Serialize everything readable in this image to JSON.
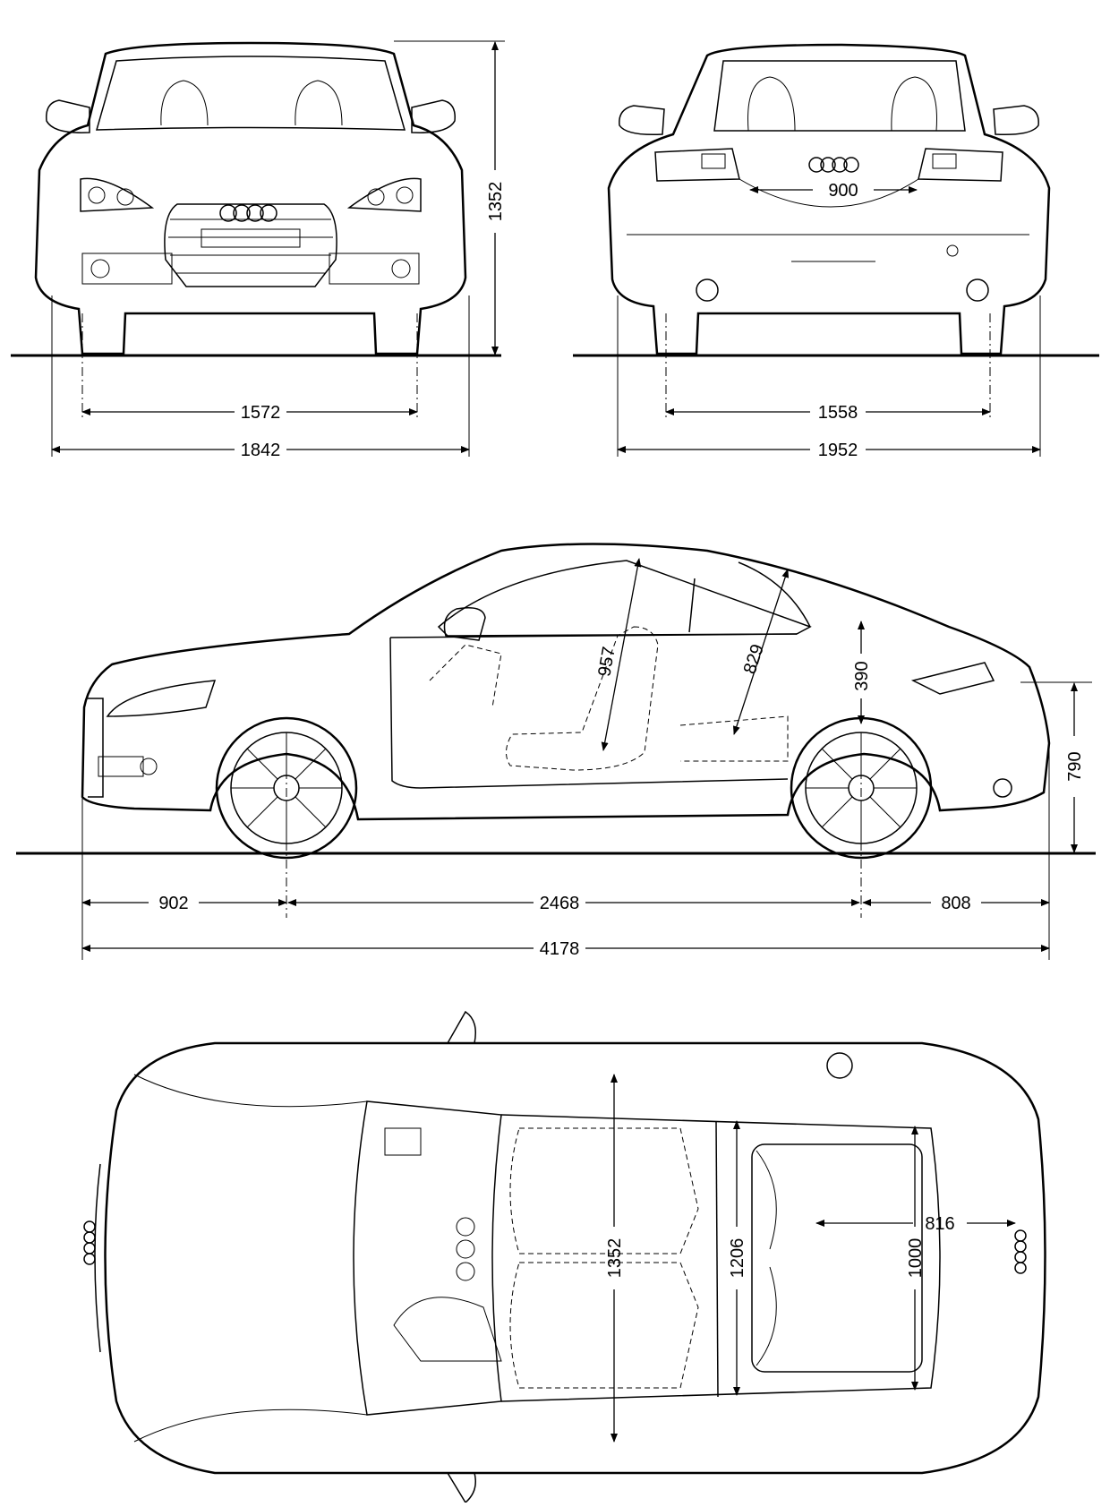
{
  "dimensions": {
    "front_height": "1352",
    "front_track": "1572",
    "front_width": "1842",
    "rear_window_width": "900",
    "rear_track": "1558",
    "rear_width_mirrors": "1952",
    "headroom_front": "957",
    "headroom_rear": "829",
    "roof_to_wheel": "390",
    "rear_height_bumper": "790",
    "front_overhang": "902",
    "wheelbase": "2468",
    "rear_overhang": "808",
    "overall_length": "4178",
    "interior_width": "1352",
    "rear_seat_width": "1206",
    "trunk_width": "1000",
    "trunk_depth": "816"
  },
  "icons": [
    "audi-rings-icon"
  ]
}
